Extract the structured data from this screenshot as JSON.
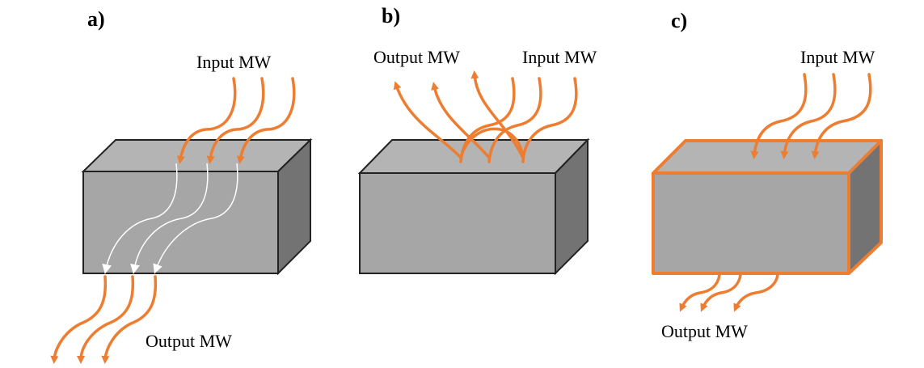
{
  "panels": [
    {
      "label": "a)",
      "input_label": "Input MW",
      "output_label": "Output MW"
    },
    {
      "label": "b)",
      "input_label": "Input MW",
      "output_label": "Output MW"
    },
    {
      "label": "c)",
      "input_label": "Input MW",
      "output_label": "Output MW"
    }
  ],
  "colors": {
    "wave": "#ed7d31",
    "block_front": "#a6a6a6",
    "block_top": "#b4b4b4",
    "block_side": "#737373"
  }
}
